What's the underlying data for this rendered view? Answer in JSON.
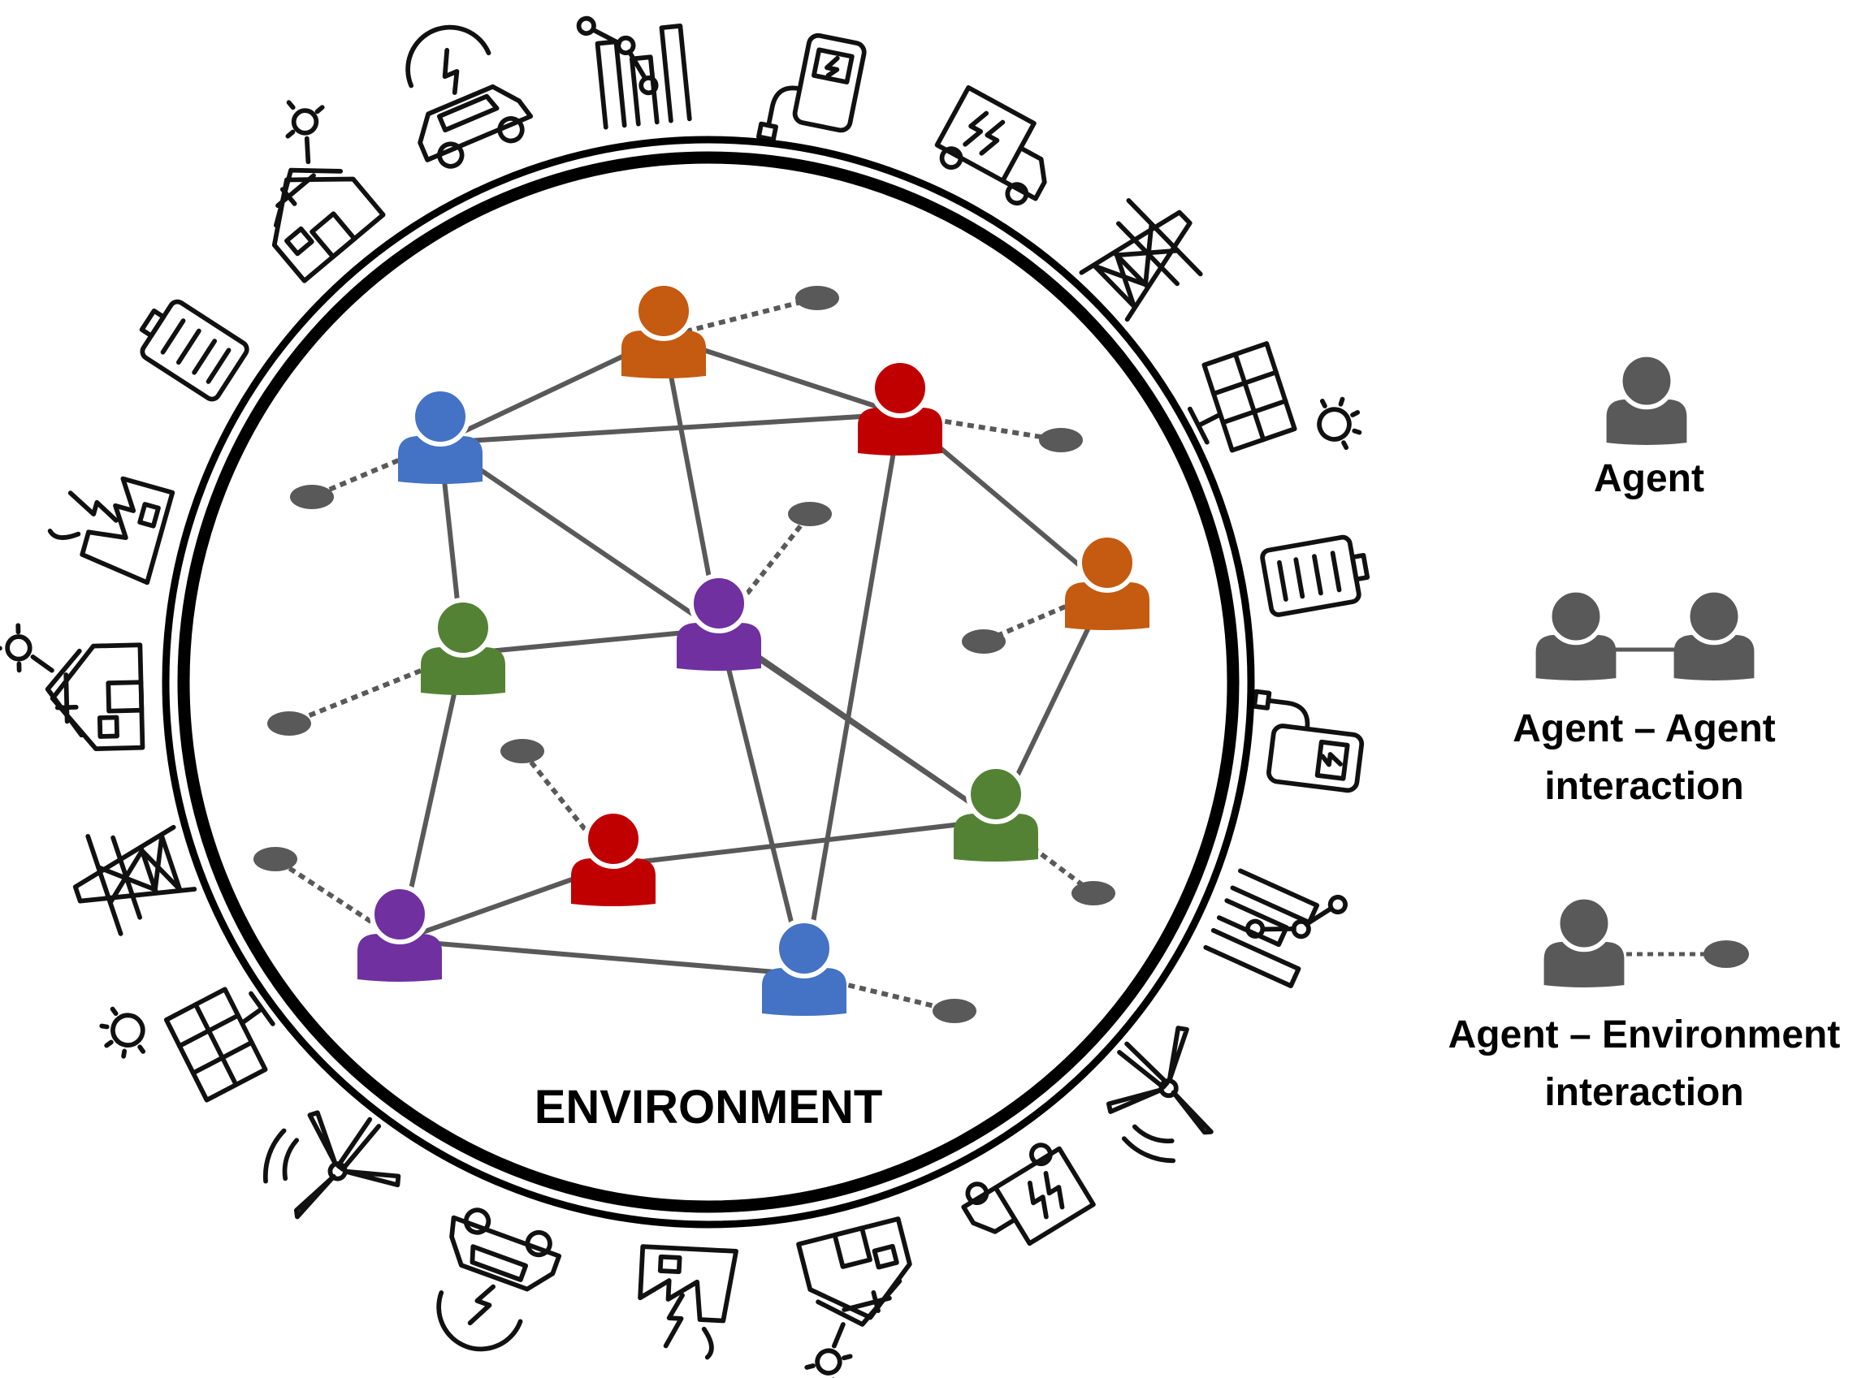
{
  "environment": {
    "label": "ENVIRONMENT"
  },
  "colors": {
    "blue": "#4472C4",
    "orange": "#C55A11",
    "red": "#C00000",
    "green": "#548235",
    "purple": "#7030A0",
    "gray": "#595959",
    "line": "#595959"
  },
  "agents": [
    {
      "id": "a1",
      "color": "orange"
    },
    {
      "id": "a2",
      "color": "blue"
    },
    {
      "id": "a3",
      "color": "red"
    },
    {
      "id": "a4",
      "color": "green"
    },
    {
      "id": "a5",
      "color": "purple"
    },
    {
      "id": "a6",
      "color": "orange"
    },
    {
      "id": "a7",
      "color": "red"
    },
    {
      "id": "a8",
      "color": "green"
    },
    {
      "id": "a9",
      "color": "purple"
    },
    {
      "id": "a10",
      "color": "blue"
    }
  ],
  "agent_links": [
    [
      "a1",
      "a2"
    ],
    [
      "a1",
      "a3"
    ],
    [
      "a1",
      "a5"
    ],
    [
      "a2",
      "a3"
    ],
    [
      "a2",
      "a4"
    ],
    [
      "a2",
      "a8"
    ],
    [
      "a3",
      "a6"
    ],
    [
      "a3",
      "a10"
    ],
    [
      "a4",
      "a5"
    ],
    [
      "a4",
      "a9"
    ],
    [
      "a5",
      "a8"
    ],
    [
      "a5",
      "a10"
    ],
    [
      "a6",
      "a8"
    ],
    [
      "a7",
      "a9"
    ],
    [
      "a7",
      "a8"
    ],
    [
      "a9",
      "a10"
    ]
  ],
  "env_links": [
    "a1",
    "a2",
    "a3",
    "a4",
    "a5",
    "a6",
    "a7",
    "a8",
    "a9",
    "a10"
  ],
  "legend": {
    "agent": "Agent",
    "agent_agent_line1": "Agent – Agent",
    "agent_agent_line2": "interaction",
    "agent_env_line1": "Agent – Environment",
    "agent_env_line2": "interaction"
  },
  "ring_icons": [
    "solar-house-icon",
    "power-plant-icon",
    "battery-icon",
    "solar-house-icon",
    "electric-car-icon",
    "smart-grid-icon",
    "charging-station-icon",
    "electric-truck-icon",
    "transmission-tower-icon",
    "solar-panel-icon",
    "battery-icon",
    "charging-station-icon",
    "smart-grid-icon",
    "wind-turbine-icon",
    "electric-truck-icon",
    "solar-house-icon",
    "power-plant-icon",
    "electric-car-icon",
    "wind-turbine-icon",
    "solar-panel-icon",
    "transmission-tower-icon"
  ]
}
